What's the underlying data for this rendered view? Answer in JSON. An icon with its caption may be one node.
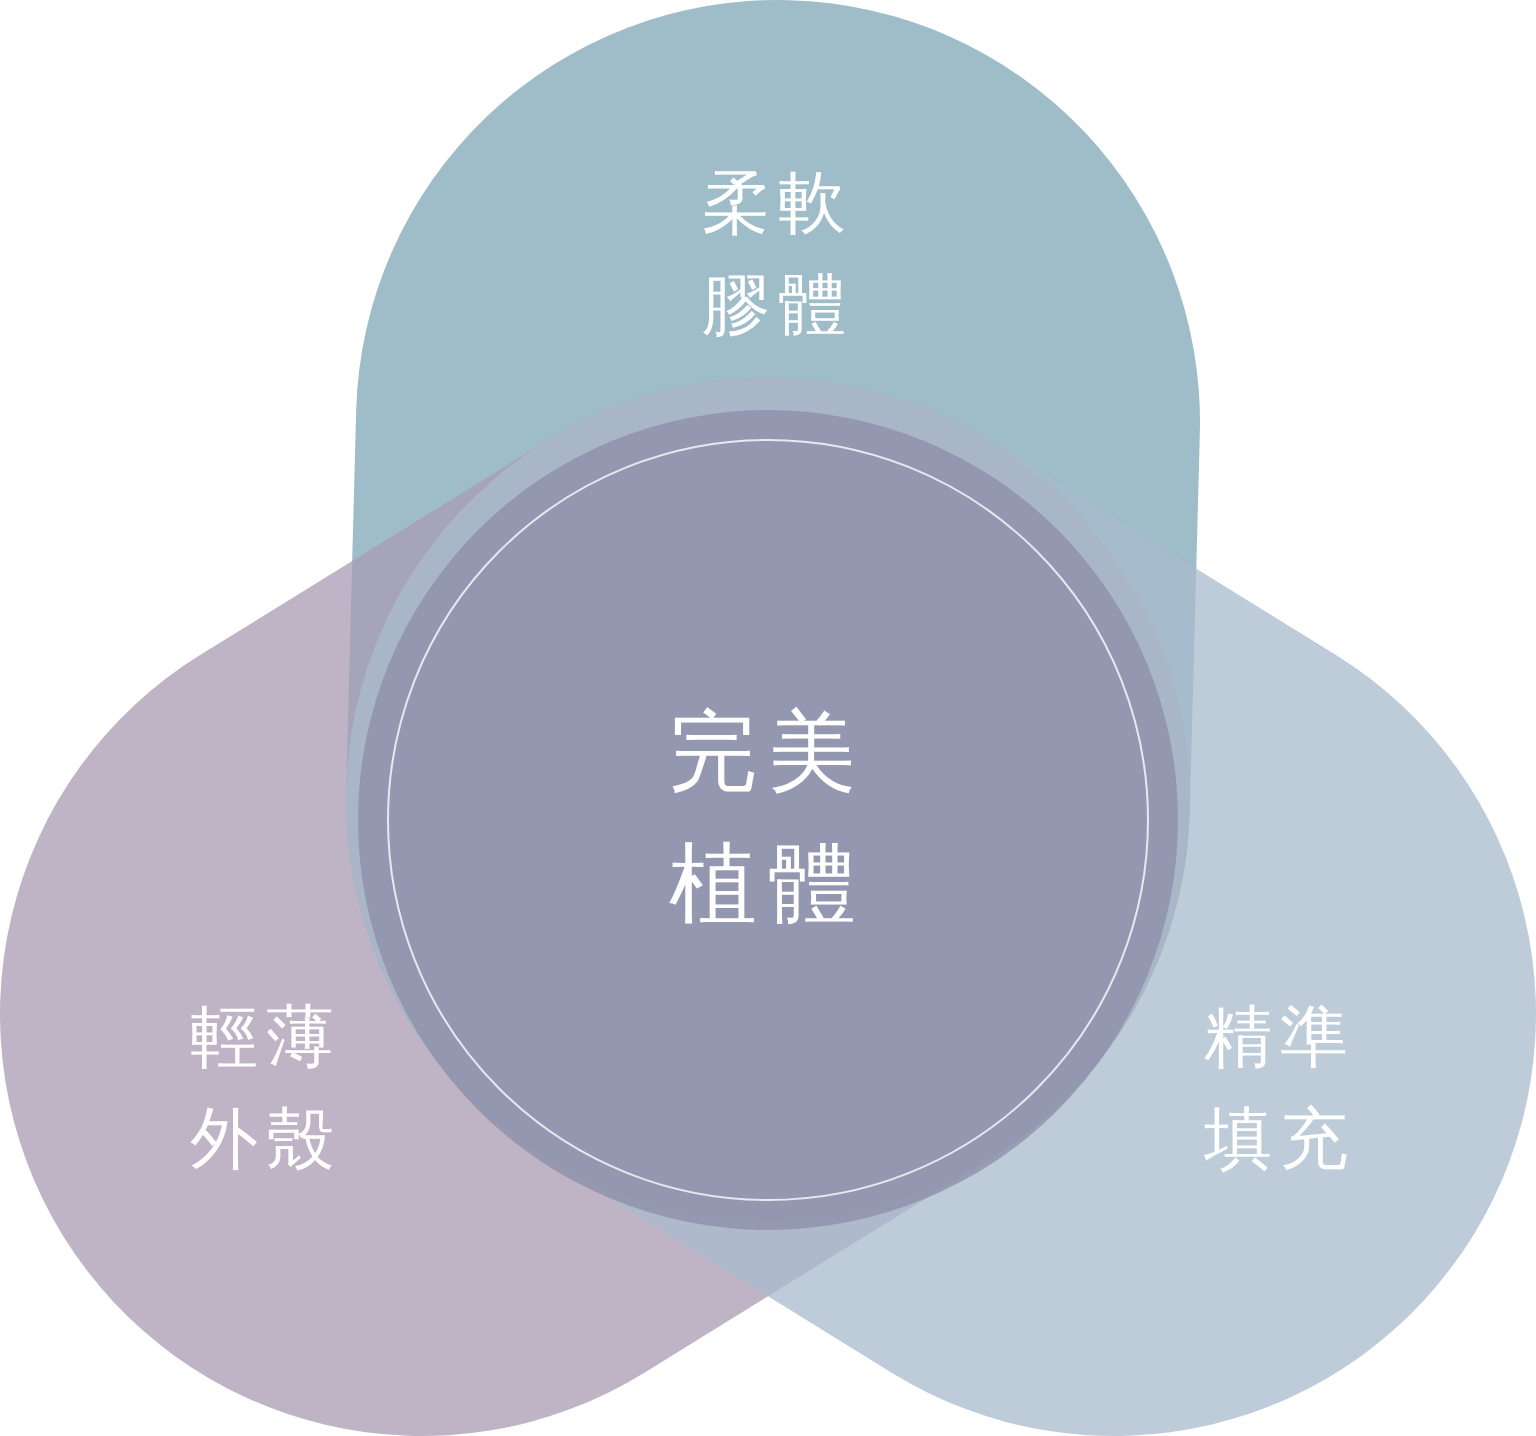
{
  "diagram": {
    "nodes": [
      {
        "text": [
          "柔軟膠體"
        ]
      },
      {
        "text": [
          "完美植體"
        ]
      },
      {
        "text": [
          "輕薄外殼"
        ]
      },
      {
        "text": [
          "精準填充"
        ]
      }
    ]
  }
}
